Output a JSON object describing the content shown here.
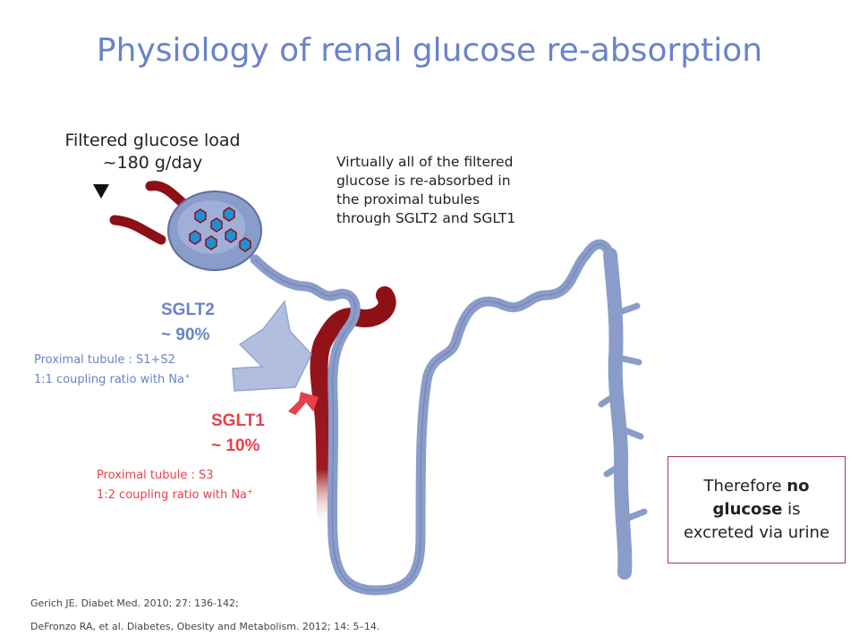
{
  "title": "Physiology of renal glucose re-absorption",
  "filtered": {
    "line1": "Filtered glucose load",
    "line2": "~180 g/day"
  },
  "virtually": [
    "Virtually all of the filtered",
    "glucose is re-absorbed in",
    "the proximal tubules",
    "through SGLT2 and SGLT1"
  ],
  "sglt2": {
    "name": "SGLT2",
    "percent": "~ 90%",
    "site": "Proximal tubule : S1+S2",
    "ratio": "1:1 coupling ratio with Na",
    "ion_sup": "+",
    "color": "#6a83c8"
  },
  "sglt1": {
    "name": "SGLT1",
    "percent": "~ 10%",
    "site": "Proximal tubule : S3",
    "ratio": "1:2 coupling ratio with Na",
    "ion_sup": "+",
    "color": "#e8404b"
  },
  "conclusion": {
    "before": "Therefore ",
    "bold1": "no",
    "bold2": "glucose",
    "after1": " is",
    "line3": "excreted via urine",
    "border_color": "#a23a46"
  },
  "references": [
    "Gerich JE. Diabet Med. 2010; 27: 136-142;",
    "DeFronzo RA, et al. Diabetes, Obesity and Metabolism. 2012; 14: 5–14."
  ],
  "icons": {
    "filtration_arrow": "down-triangle-icon"
  },
  "colors": {
    "tubule": "#8a9cc9",
    "vessel": "#8c1016"
  }
}
